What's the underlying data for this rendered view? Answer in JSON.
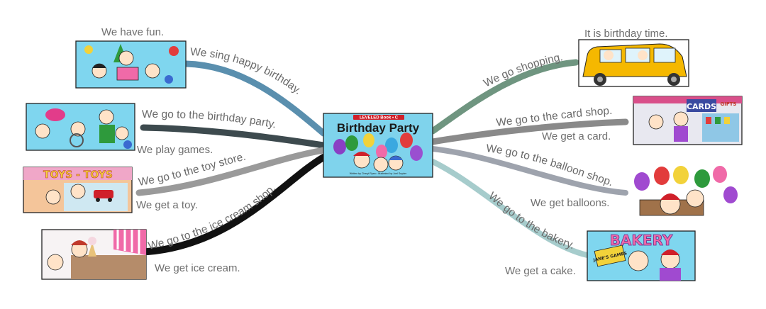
{
  "center": {
    "banner": "LEVELED Book • C",
    "title": "Birthday Party",
    "credits": "Written by Cheryl Ryan • Illustrated by Joel Snyder"
  },
  "branches": [
    {
      "id": "b1",
      "curve_label": "We sing happy birthday.",
      "caption": "We have fun.",
      "color": "#5a8fae"
    },
    {
      "id": "b2",
      "curve_label": "We go to the birthday party.",
      "caption": "We play games.",
      "color": "#3d4a4e"
    },
    {
      "id": "b3",
      "curve_label": "We go to the toy store.",
      "caption": "We get a toy.",
      "color": "#9a9a9a"
    },
    {
      "id": "b4",
      "curve_label": "We go to the ice cream shop.",
      "caption": "We get ice cream.",
      "color": "#111111"
    },
    {
      "id": "b5",
      "curve_label": "We go shopping.",
      "caption": "It is birthday time.",
      "color": "#6f9580"
    },
    {
      "id": "b6",
      "curve_label": "We go to the card shop.",
      "caption": "We get a card.",
      "color": "#8a8a8a"
    },
    {
      "id": "b7",
      "curve_label": "We go to the balloon shop.",
      "caption": "We get balloons.",
      "color": "#9ea3ad"
    },
    {
      "id": "b8",
      "curve_label": "We go to the bakery.",
      "caption": "We get a cake.",
      "color": "#a6cccc"
    }
  ],
  "signs": {
    "toys": "TOYS - TOYS",
    "cards": "CARDS",
    "gifts": "GIFTS",
    "bakery": "BAKERY",
    "games": "JANE'S GAMES"
  }
}
